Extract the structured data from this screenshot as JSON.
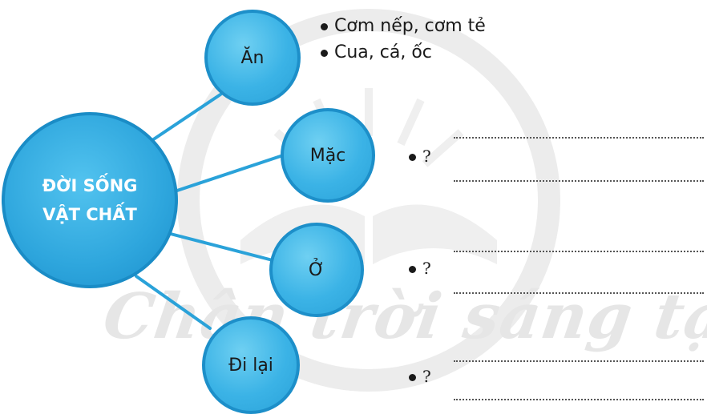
{
  "watermark_text": "Chân trời sáng tạo",
  "center": {
    "label_line1": "ĐỜI SỐNG",
    "label_line2": "VẬT CHẤT"
  },
  "branches": [
    {
      "label": "Ăn",
      "items": [
        "Cơm nếp, cơm tẻ",
        "Cua, cá, ốc"
      ]
    },
    {
      "label": "Mặc",
      "answer": "?"
    },
    {
      "label": "Ở",
      "answer": "?"
    },
    {
      "label": "Đi lại",
      "answer": "?"
    }
  ],
  "colors": {
    "node_fill": "#3bb3e6",
    "node_border": "#1d8fc9",
    "connector": "#2aa2d9"
  }
}
